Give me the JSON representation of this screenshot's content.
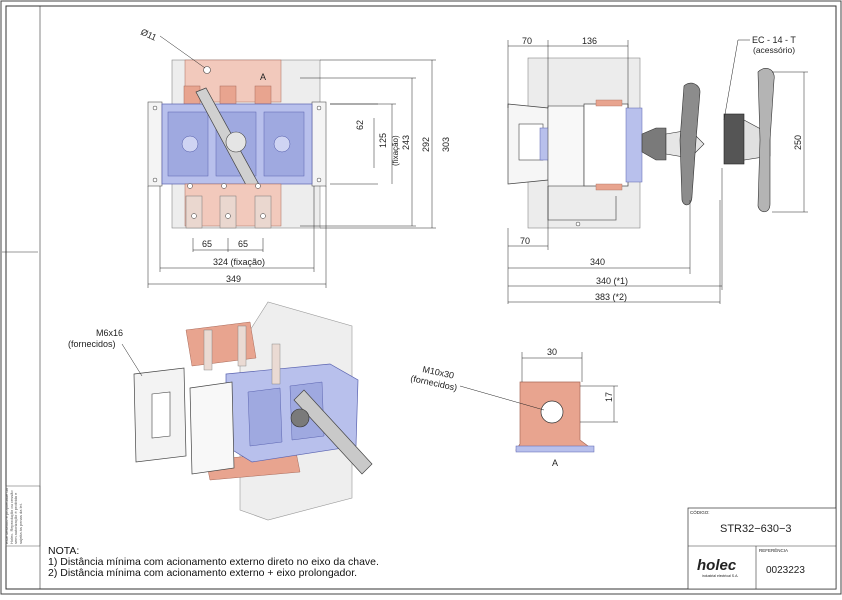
{
  "drawing": {
    "dimensions": {
      "front_hole": "Ø11",
      "front_detail_marker": "A",
      "front_pitch_1": "65",
      "front_pitch_2": "65",
      "front_fix_width": "324 (fixação)",
      "front_total_width": "349",
      "front_h_62": "62",
      "front_h_125": "125",
      "front_h_125_sub": "(fixação)",
      "front_h_243": "243",
      "front_h_292": "292",
      "front_h_303": "303",
      "side_top_70": "70",
      "side_top_136": "136",
      "side_bottom_70": "70",
      "side_340": "340",
      "side_340_1": "340 (*1)",
      "side_383_2": "383 (*2)",
      "handle_250": "250",
      "detail_30": "30",
      "detail_17": "17",
      "detail_label": "A"
    },
    "callouts": {
      "handle_code": "EC - 14 - T",
      "handle_sub": "(acessório)",
      "bracket_screw": "M6x16",
      "bracket_screw_sub": "(fornecidos)",
      "terminal_screw": "M10x30",
      "terminal_screw_sub": "(fornecidos)"
    }
  },
  "notes": {
    "title": "NOTA:",
    "line1": "1) Distância mínima com acionamento externo direto no eixo da chave.",
    "line2": "2) Distância mínima com acionamento externo + eixo prolongador."
  },
  "title_block": {
    "codigo_label": "CÓDIGO:",
    "codigo_value": "STR32−630−3",
    "brand": "holec",
    "brand_sub": "industrial electrical S.A.",
    "referencia_label": "REFERÊNCIA",
    "referencia_value": "0023223"
  },
  "disclaimer": "Este desenho é propriedade da Holec. Reprodução ou cessão sem autorização é proibida e sujeita às penas da lei.",
  "colors": {
    "copper": "#e8a48f",
    "copper_dark": "#a86a5a",
    "body_blue": "#a9b4e6",
    "body_blue_dark": "#5a63b0",
    "gray": "#c9c9c9",
    "line": "#222222"
  }
}
